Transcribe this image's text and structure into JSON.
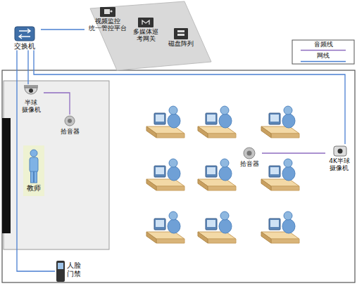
{
  "diagram": {
    "nodes": [
      {
        "text": [
          "交换机"
        ]
      },
      {
        "text": [
          "视频监控 统一管控平台"
        ]
      },
      {
        "text": [
          "多媒体巡 考网关"
        ]
      },
      {
        "text": [
          "磁盘阵列"
        ]
      },
      {
        "text": [
          "半球 摄像机"
        ]
      },
      {
        "text": [
          "拾音器"
        ]
      },
      {
        "text": [
          "教师"
        ]
      },
      {
        "text": [
          "拾音器"
        ]
      },
      {
        "text": [
          "4K半球 摄像机"
        ]
      },
      {
        "text": [
          "人脸 门禁"
        ]
      }
    ],
    "edges": [
      {
        "from": 0,
        "to": 1,
        "arrow": "none"
      },
      {
        "from": 0,
        "to": 4,
        "arrow": "none"
      },
      {
        "from": 0,
        "to": 8,
        "arrow": "none"
      },
      {
        "from": 0,
        "to": 9,
        "arrow": "none"
      },
      {
        "from": 5,
        "to": 4,
        "arrow": "none"
      },
      {
        "from": 7,
        "to": 8,
        "arrow": "none"
      }
    ],
    "legend": [
      {
        "text": "音频线"
      },
      {
        "text": "网线"
      }
    ]
  }
}
